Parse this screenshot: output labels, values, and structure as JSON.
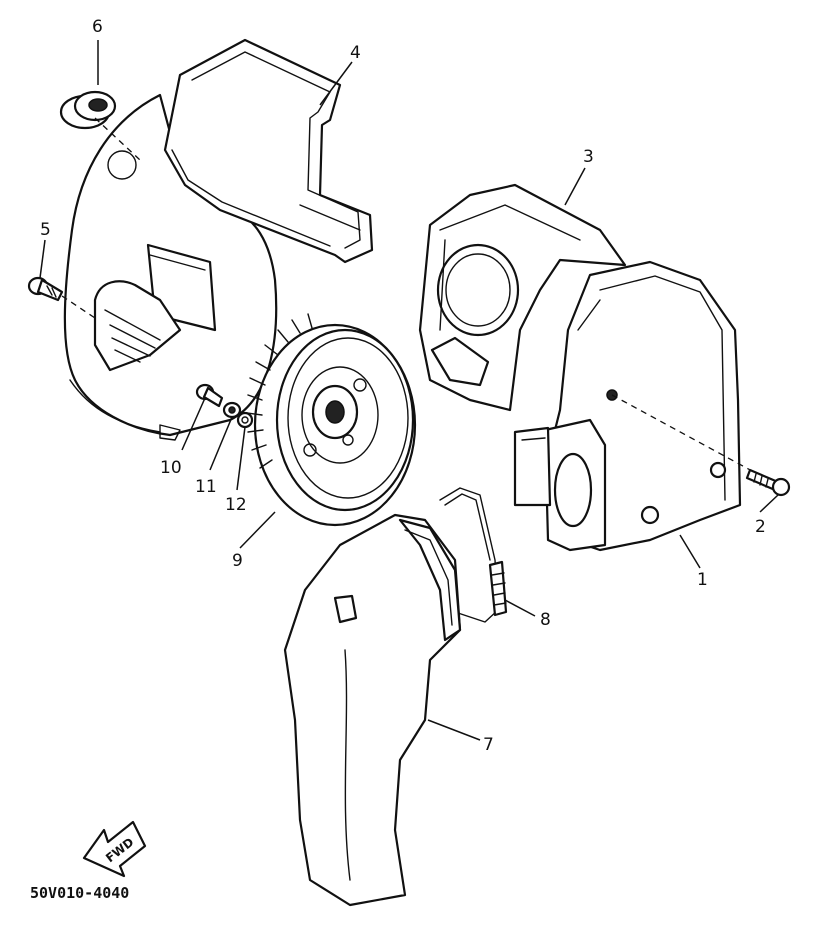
{
  "diagram": {
    "callouts": [
      "1",
      "2",
      "3",
      "4",
      "5",
      "6",
      "7",
      "8",
      "9",
      "10",
      "11",
      "12"
    ],
    "fwd_label": "FWD",
    "catalog_code": "50V010-4040"
  }
}
